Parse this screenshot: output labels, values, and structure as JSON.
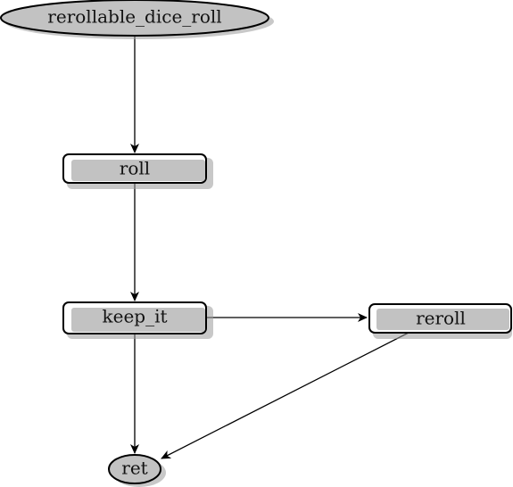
{
  "diagram": {
    "colors": {
      "node_fill": "#c2c2c2",
      "stroke": "#000000",
      "shadow": "#9a9a9a"
    },
    "nodes": {
      "start": {
        "label": "rerollable_dice_roll",
        "shape": "ellipse"
      },
      "roll": {
        "label": "roll",
        "shape": "rounded-rect"
      },
      "keep_it": {
        "label": "keep_it",
        "shape": "rounded-rect"
      },
      "reroll": {
        "label": "reroll",
        "shape": "rounded-rect"
      },
      "ret": {
        "label": "ret",
        "shape": "ellipse"
      }
    },
    "edges": [
      {
        "from": "rerollable_dice_roll",
        "to": "roll"
      },
      {
        "from": "roll",
        "to": "keep_it"
      },
      {
        "from": "keep_it",
        "to": "reroll"
      },
      {
        "from": "keep_it",
        "to": "ret"
      },
      {
        "from": "reroll",
        "to": "ret"
      }
    ]
  }
}
